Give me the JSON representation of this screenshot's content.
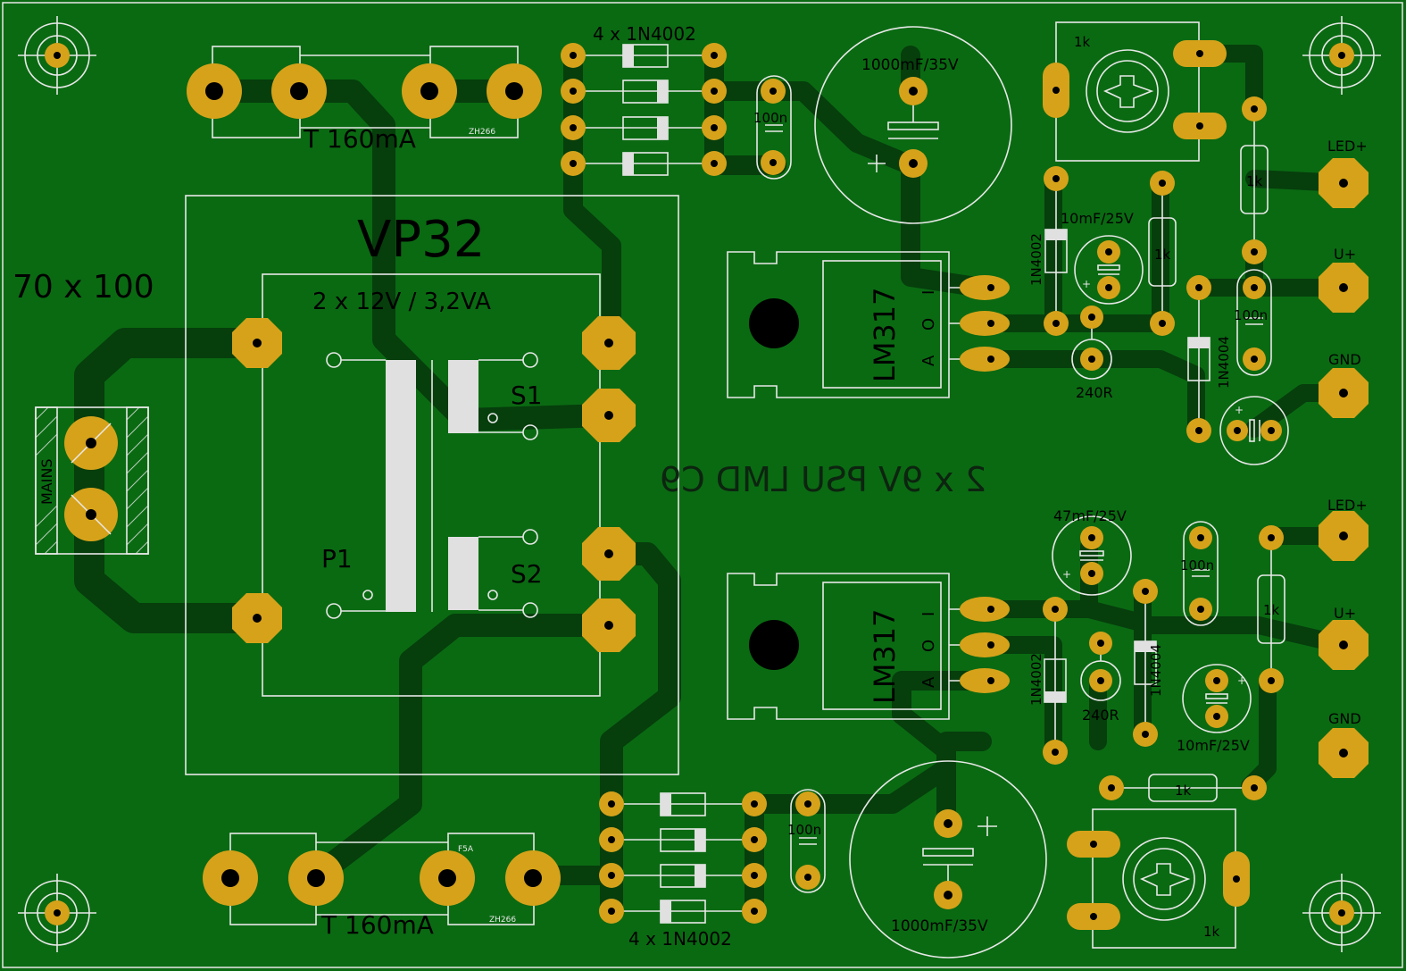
{
  "board": {
    "title": "VP32",
    "size_label": "70 x 100",
    "transformer_label": "2 x 12V / 3,2VA",
    "mirrored_title": "2 x 9V PSU LMD C9",
    "mains_label": "MAINS",
    "primary_label": "P1",
    "s1_label": "S1",
    "s2_label": "S2"
  },
  "top": {
    "fuse_label": "T 160mA",
    "fuse_code": "ZH266",
    "diodes_label": "4 x 1N4002",
    "cap_100n": "100n",
    "cap_main": "1000mF/35V",
    "regulator": "LM317",
    "reg_pins": [
      "I",
      "O",
      "A"
    ],
    "pot": "1k",
    "d_1n4002": "1N4002",
    "c_10mf": "10mF/25V",
    "r_1k_a": "1k",
    "r_1k_b": "1k",
    "r_240": "240R",
    "c_100n_b": "100n",
    "d_1n4004": "1N4004",
    "led_plus": "LED+",
    "u_plus": "U+",
    "gnd": "GND",
    "plus_sign": "+"
  },
  "bottom": {
    "fuse_label": "T 160mA",
    "fuse_code": "ZH266",
    "fuse_code2": "F5A",
    "diodes_label": "4 x 1N4002",
    "cap_100n": "100n",
    "cap_main": "1000mF/35V",
    "regulator": "LM317",
    "reg_pins": [
      "I",
      "O",
      "A"
    ],
    "pot": "1k",
    "d_1n4002": "1N4002",
    "c_47mf": "47mF/25V",
    "c_10mf": "10mF/25V",
    "r_1k_a": "1k",
    "r_1k_b": "1k",
    "r_240": "240R",
    "c_100n_b": "100n",
    "d_1n4004": "1N4004",
    "led_plus": "LED+",
    "u_plus": "U+",
    "gnd": "GND",
    "plus_sign": "+"
  },
  "colors": {
    "board": "#0a6a12",
    "trace": "#063e0c",
    "pad": "#d6a21a",
    "silkscreen": "#e8e8e8"
  }
}
